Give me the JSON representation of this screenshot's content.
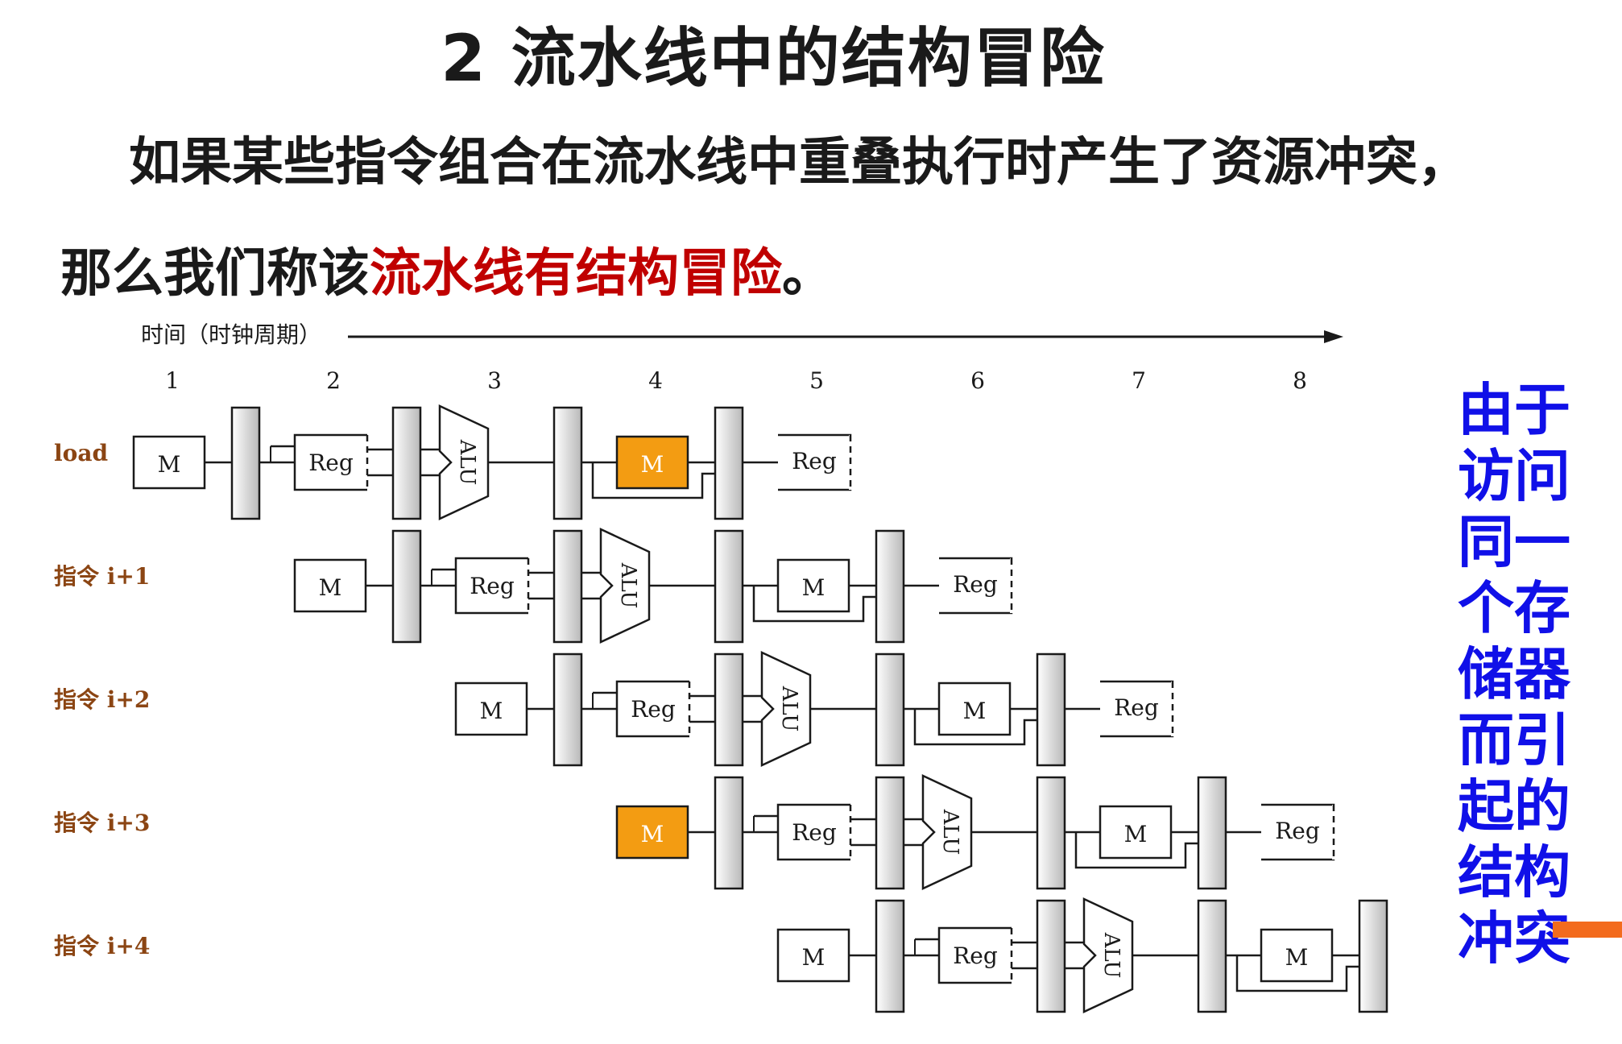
{
  "slide": {
    "title": "2 流水线中的结构冒险",
    "line1": "如果某些指令组合在流水线中重叠执行时产生了资源冲突，",
    "line2_plain": "那么我们称该",
    "line2_red": "流水线有结构冒险",
    "line2_end": "。"
  },
  "diagram": {
    "time_label": "时间（时钟周期）",
    "cycles": [
      "1",
      "2",
      "3",
      "4",
      "5",
      "6",
      "7",
      "8"
    ],
    "rows": [
      {
        "label": "load",
        "memory_highlight_stage": 4
      },
      {
        "label": "指令 i+1",
        "memory_highlight_stage": null
      },
      {
        "label": "指令 i+2",
        "memory_highlight_stage": null
      },
      {
        "label": "指令 i+3",
        "memory_highlight_stage": 1
      },
      {
        "label": "指令 i+4",
        "memory_highlight_stage": null
      }
    ],
    "labels": {
      "mem": "M",
      "reg_read": "Reg",
      "reg_write": "Reg",
      "alu": "ALU"
    },
    "highlight_color": "#f39c12",
    "label_color": "#8b4513"
  },
  "sidebar": {
    "lines": [
      "由于",
      "访问",
      "同一",
      "个存",
      "储器",
      "而引",
      "起的",
      "结构",
      "冲突"
    ],
    "color": "#1010e8"
  }
}
